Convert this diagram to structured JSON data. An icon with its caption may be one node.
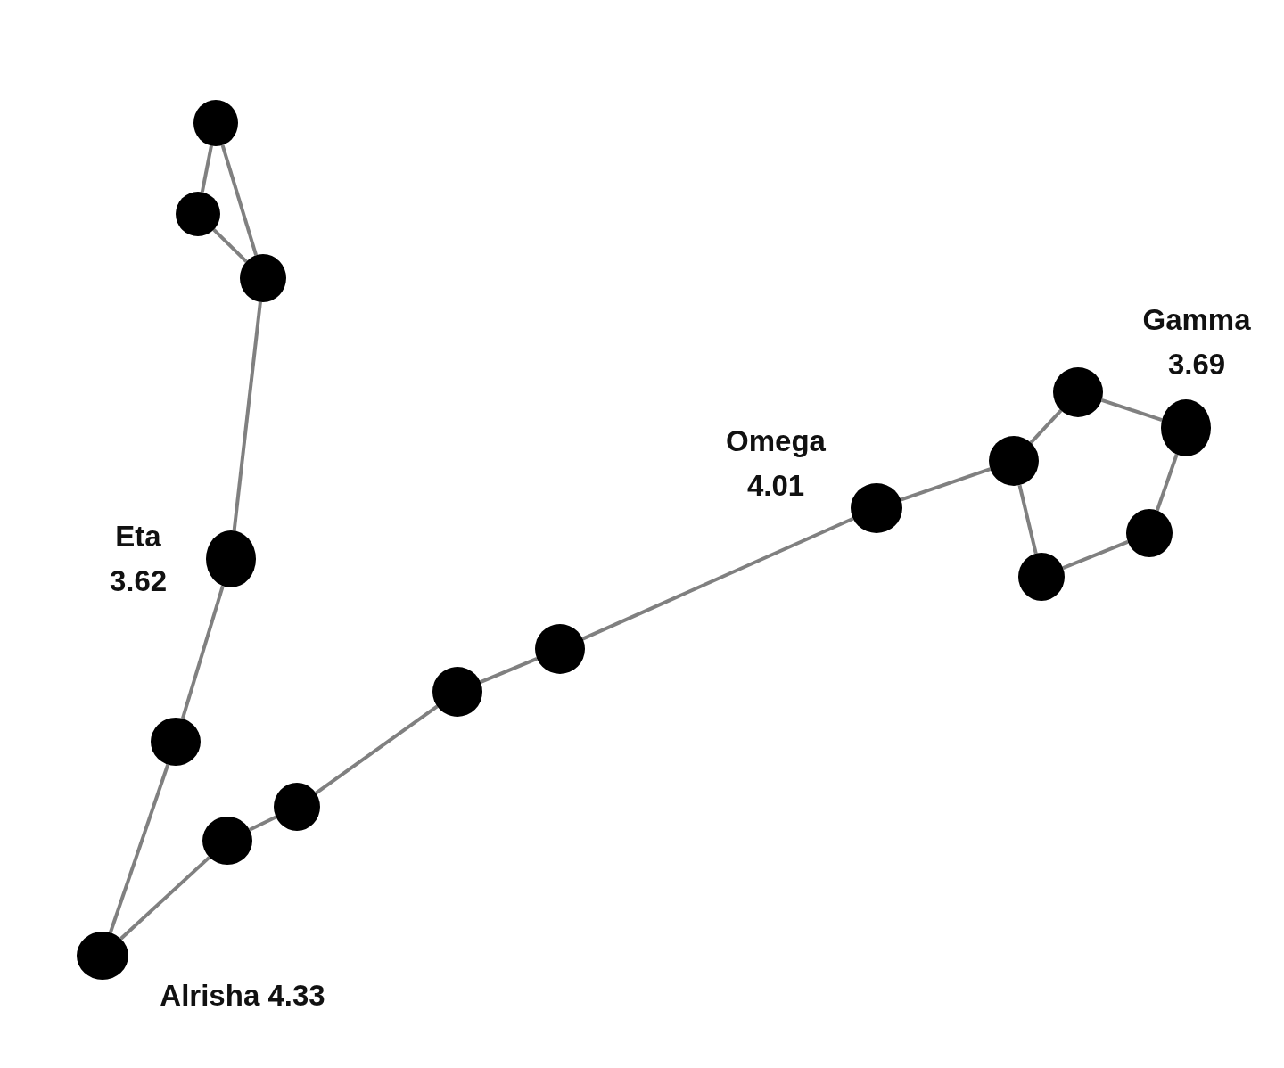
{
  "diagram": {
    "nodes": [
      {
        "text": [],
        "shape": "circle"
      },
      {
        "text": [],
        "shape": "circle"
      },
      {
        "text": [],
        "shape": "circle"
      },
      {
        "text": [],
        "shape": "circle",
        "beside": [
          "Eta 3.62"
        ]
      },
      {
        "text": [],
        "shape": "circle"
      },
      {
        "text": [],
        "shape": "circle",
        "beside": [
          "Alrisha 4.33"
        ]
      },
      {
        "text": [],
        "shape": "circle"
      },
      {
        "text": [],
        "shape": "circle"
      },
      {
        "text": [],
        "shape": "circle"
      },
      {
        "text": [],
        "shape": "circle"
      },
      {
        "text": [],
        "shape": "circle",
        "beside": [
          "Omega 4.01"
        ]
      },
      {
        "text": [],
        "shape": "circle"
      },
      {
        "text": [],
        "shape": "circle"
      },
      {
        "text": [],
        "shape": "circle",
        "beside": [
          "Gamma 3.69"
        ]
      },
      {
        "text": [],
        "shape": "circle"
      },
      {
        "text": [],
        "shape": "circle"
      }
    ],
    "edges": [
      {
        "from": 0,
        "to": 1,
        "arrow": "none"
      },
      {
        "from": 1,
        "to": 2,
        "arrow": "none"
      },
      {
        "from": 2,
        "to": 0,
        "arrow": "none"
      },
      {
        "from": 2,
        "to": 3,
        "arrow": "none"
      },
      {
        "from": 3,
        "to": 4,
        "arrow": "none"
      },
      {
        "from": 4,
        "to": 5,
        "arrow": "none"
      },
      {
        "from": 5,
        "to": 6,
        "arrow": "none"
      },
      {
        "from": 6,
        "to": 7,
        "arrow": "none"
      },
      {
        "from": 7,
        "to": 8,
        "arrow": "none"
      },
      {
        "from": 8,
        "to": 9,
        "arrow": "none"
      },
      {
        "from": 9,
        "to": 10,
        "arrow": "none"
      },
      {
        "from": 10,
        "to": 11,
        "arrow": "none"
      },
      {
        "from": 11,
        "to": 12,
        "arrow": "none"
      },
      {
        "from": 12,
        "to": 13,
        "arrow": "none"
      },
      {
        "from": 13,
        "to": 14,
        "arrow": "none"
      },
      {
        "from": 14,
        "to": 15,
        "arrow": "none"
      },
      {
        "from": 15,
        "to": 11,
        "arrow": "none"
      }
    ]
  }
}
